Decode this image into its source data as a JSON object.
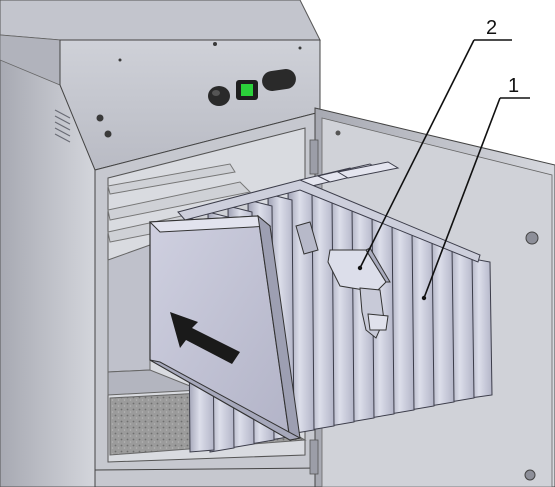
{
  "callouts": [
    {
      "number": "2",
      "refers_to": "slider-handle"
    },
    {
      "number": "1",
      "refers_to": "heat-exchanger-fins"
    }
  ],
  "colors": {
    "background": "#ffffff",
    "cabinet_metal": "#c9cbd3",
    "cabinet_dark": "#9a9ca6",
    "fin_light": "#d8d9e6",
    "fin_shade": "#a9abbe",
    "arrow": "#1a1a1a",
    "led_green": "#2bd13a",
    "knob": "#2a2a2a",
    "floor_texture": "#8c8c8c",
    "line": "#111111"
  },
  "icons": [
    "direction-arrow-icon",
    "power-switch-icon",
    "control-knob-icon"
  ]
}
